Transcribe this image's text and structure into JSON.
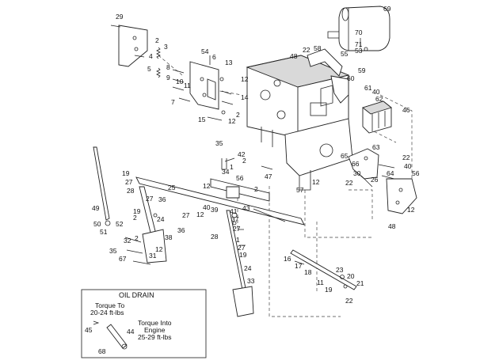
{
  "callouts": [
    "29",
    "2",
    "3",
    "4",
    "5",
    "54",
    "6",
    "13",
    "8",
    "9",
    "10",
    "11",
    "12",
    "7",
    "14",
    "2",
    "12",
    "15",
    "69",
    "70",
    "71",
    "53",
    "22",
    "58",
    "48",
    "55",
    "59",
    "60",
    "61",
    "40",
    "62",
    "46",
    "35",
    "42",
    "2",
    "34",
    "56",
    "47",
    "12",
    "2",
    "1",
    "57",
    "12",
    "63",
    "22",
    "40",
    "65",
    "66",
    "64",
    "56",
    "30",
    "26",
    "22",
    "12",
    "48",
    "19",
    "27",
    "28",
    "36",
    "25",
    "27",
    "19",
    "2",
    "24",
    "27",
    "12",
    "40",
    "39",
    "43",
    "41",
    "37",
    "27",
    "49",
    "50",
    "51",
    "52",
    "38",
    "32",
    "35",
    "31",
    "12",
    "67",
    "2",
    "36",
    "28",
    "1",
    "27",
    "19",
    "24",
    "33",
    "16",
    "17",
    "18",
    "23",
    "20",
    "11",
    "21",
    "19",
    "22"
  ],
  "oil_drain": {
    "title": "OIL DRAIN",
    "torque_to_line1": "Torque To",
    "torque_to_line2": "20-24 ft-lbs",
    "torque_into_line1": "Torque Into",
    "torque_into_line2": "Engine",
    "torque_into_line3": "25-29 ft-lbs",
    "callouts": [
      "45",
      "44",
      "68"
    ]
  }
}
